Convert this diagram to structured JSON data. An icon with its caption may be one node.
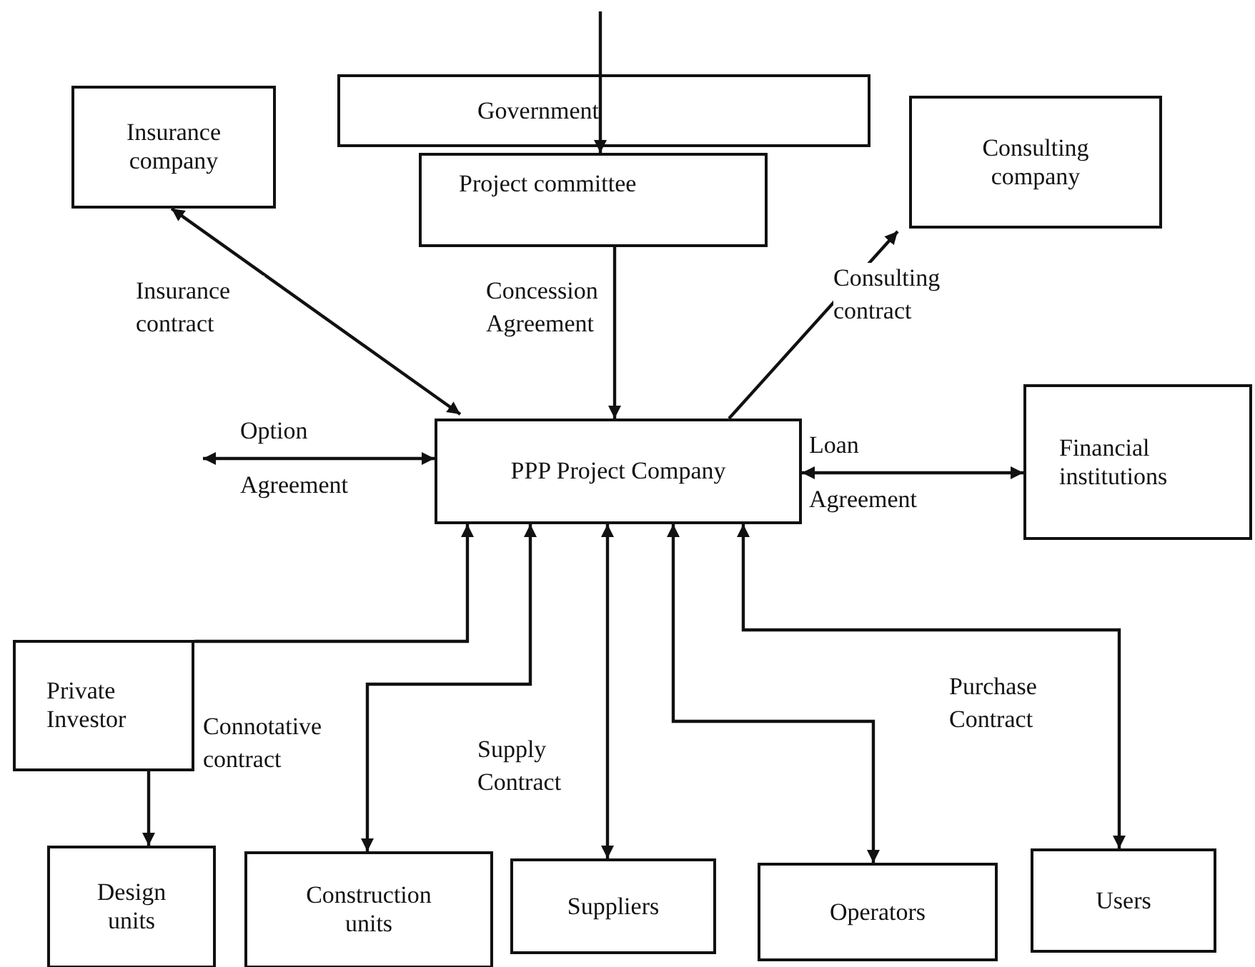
{
  "diagram": {
    "nodes": [
      {
        "text": [
          "Insurance company"
        ]
      },
      {
        "text": [
          "Government"
        ]
      },
      {
        "text": [
          "Project committee"
        ]
      },
      {
        "text": [
          "Consulting company"
        ]
      },
      {
        "text": [
          "Financial institutions"
        ]
      },
      {
        "text": [
          "PPP Project Company"
        ]
      },
      {
        "text": [
          "Private Investor"
        ]
      },
      {
        "text": [
          "Design units"
        ]
      },
      {
        "text": [
          "Construction units"
        ]
      },
      {
        "text": [
          "Suppliers"
        ]
      },
      {
        "text": [
          "Operators"
        ]
      },
      {
        "text": [
          "Users"
        ]
      }
    ],
    "edges": [
      {
        "from": null,
        "to": 2,
        "arrow": "to"
      },
      {
        "from": 2,
        "to": 5,
        "arrow": "to",
        "label": "Concession Agreement"
      },
      {
        "from": 5,
        "to": 0,
        "arrow": "both",
        "label": "Insurance contract"
      },
      {
        "from": 5,
        "to": 3,
        "arrow": "to",
        "label": "Consulting contract"
      },
      {
        "from": null,
        "to": 5,
        "arrow": "both",
        "label": "Option Agreement"
      },
      {
        "from": 5,
        "to": 4,
        "arrow": "both",
        "label": "Loan Agreement"
      },
      {
        "from": 6,
        "to": 5,
        "arrow": "to"
      },
      {
        "from": 5,
        "to": 8,
        "arrow": "both",
        "label": "Connotative contract"
      },
      {
        "from": 5,
        "to": 9,
        "arrow": "both",
        "label": "Supply Contract"
      },
      {
        "from": 5,
        "to": 10,
        "arrow": "both"
      },
      {
        "from": 5,
        "to": 11,
        "arrow": "both",
        "label": "Purchase Contract"
      },
      {
        "from": 6,
        "to": 7,
        "arrow": "to"
      }
    ]
  }
}
